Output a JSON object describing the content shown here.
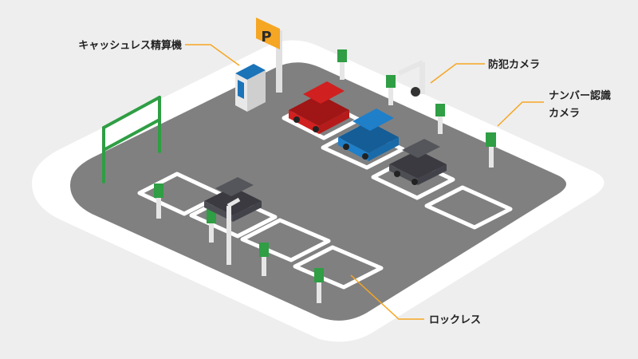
{
  "labels": {
    "cashless_machine": "キャッシュレス精算機",
    "security_camera": "防犯カメラ",
    "plate_camera_line1": "ナンバー認識",
    "plate_camera_line2": "カメラ",
    "lockless": "ロックレス"
  },
  "sign": {
    "letter": "P"
  },
  "colors": {
    "background": "#eeeeee",
    "lot_border": "#ffffff",
    "asphalt": "#808080",
    "parking_line": "#ffffff",
    "sign": "#f5a623",
    "leader_line": "#f5a623",
    "gate_frame": "#2f9e44",
    "pole_light": "#2f9e44",
    "car_red": "#d0201f",
    "car_blue": "#1f7fc9",
    "car_dark": "#4d4d54",
    "kiosk": "#1b73b8"
  },
  "icons": [
    "p-sign-icon",
    "payment-kiosk-icon",
    "security-camera-icon",
    "plate-camera-icon",
    "car-icon",
    "gate-frame-icon"
  ]
}
